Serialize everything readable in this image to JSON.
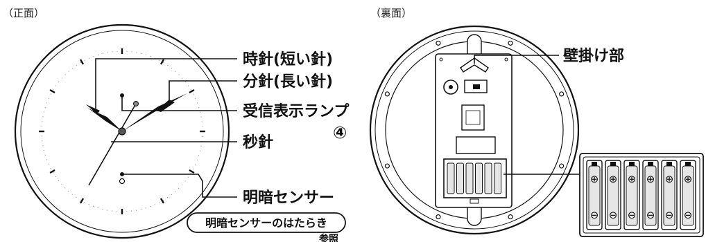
{
  "front": {
    "caption": "（正面）",
    "labels": {
      "hour_hand": "時針(短い針)",
      "minute_hand": "分針(長い針)",
      "reception_lamp": "受信表示ランプ",
      "lamp_ref": "④",
      "second_hand": "秒針",
      "light_sensor": "明暗センサー"
    },
    "sensor_badge": "明暗センサーのはたらき",
    "sensor_ref": "参照"
  },
  "back": {
    "caption": "（裏面）",
    "labels": {
      "wall_hook": "壁掛け部"
    }
  },
  "battery_detail": {
    "count": 6,
    "plus_symbol": "⊕",
    "minus_symbol": "⊖"
  },
  "colors": {
    "ink": "#111111",
    "paper": "#ffffff",
    "battery_fill": "#e6e6e6"
  }
}
